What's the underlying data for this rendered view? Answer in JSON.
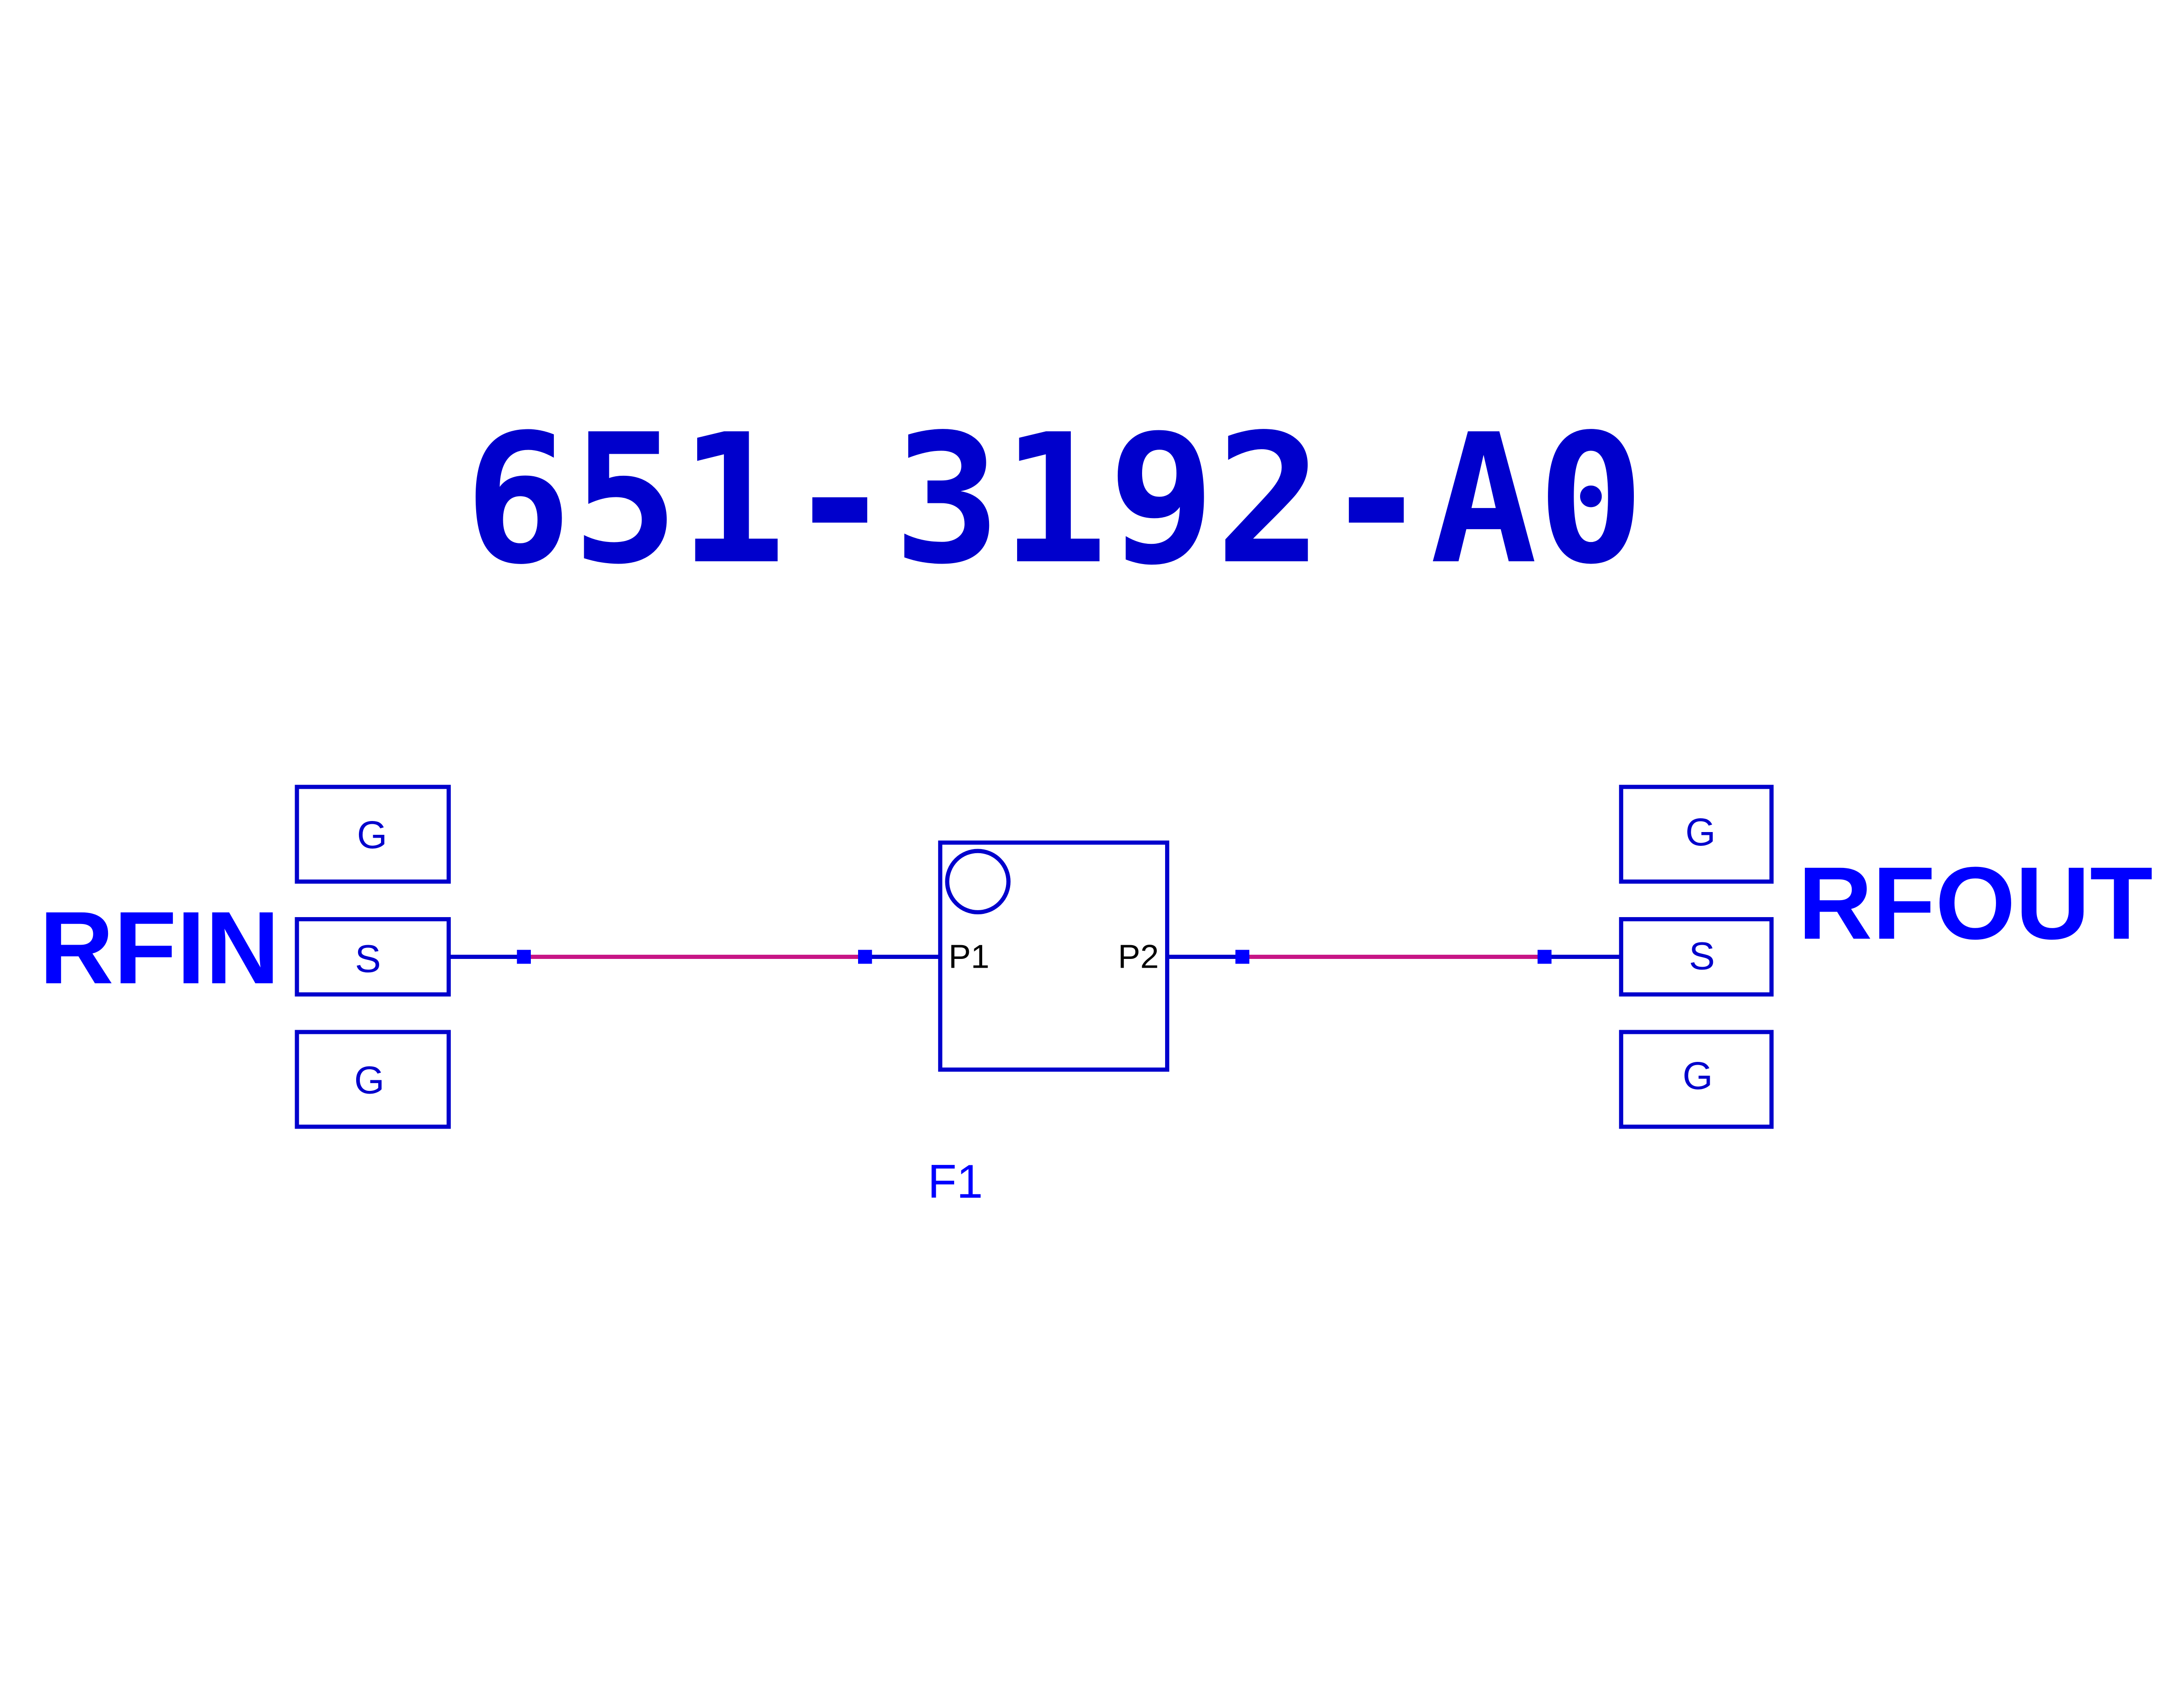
{
  "title": "651-3192-A0",
  "colors": {
    "component": "#0000CC",
    "label": "#0000FF",
    "trace": "#C71585",
    "port_text": "#000000"
  },
  "left_port": {
    "name": "RFIN",
    "pins": [
      "G",
      "S",
      "G"
    ]
  },
  "right_port": {
    "name": "RFOUT",
    "pins": [
      "G",
      "S",
      "G"
    ]
  },
  "component": {
    "ref": "F1",
    "pin1": "P1",
    "pin2": "P2"
  }
}
